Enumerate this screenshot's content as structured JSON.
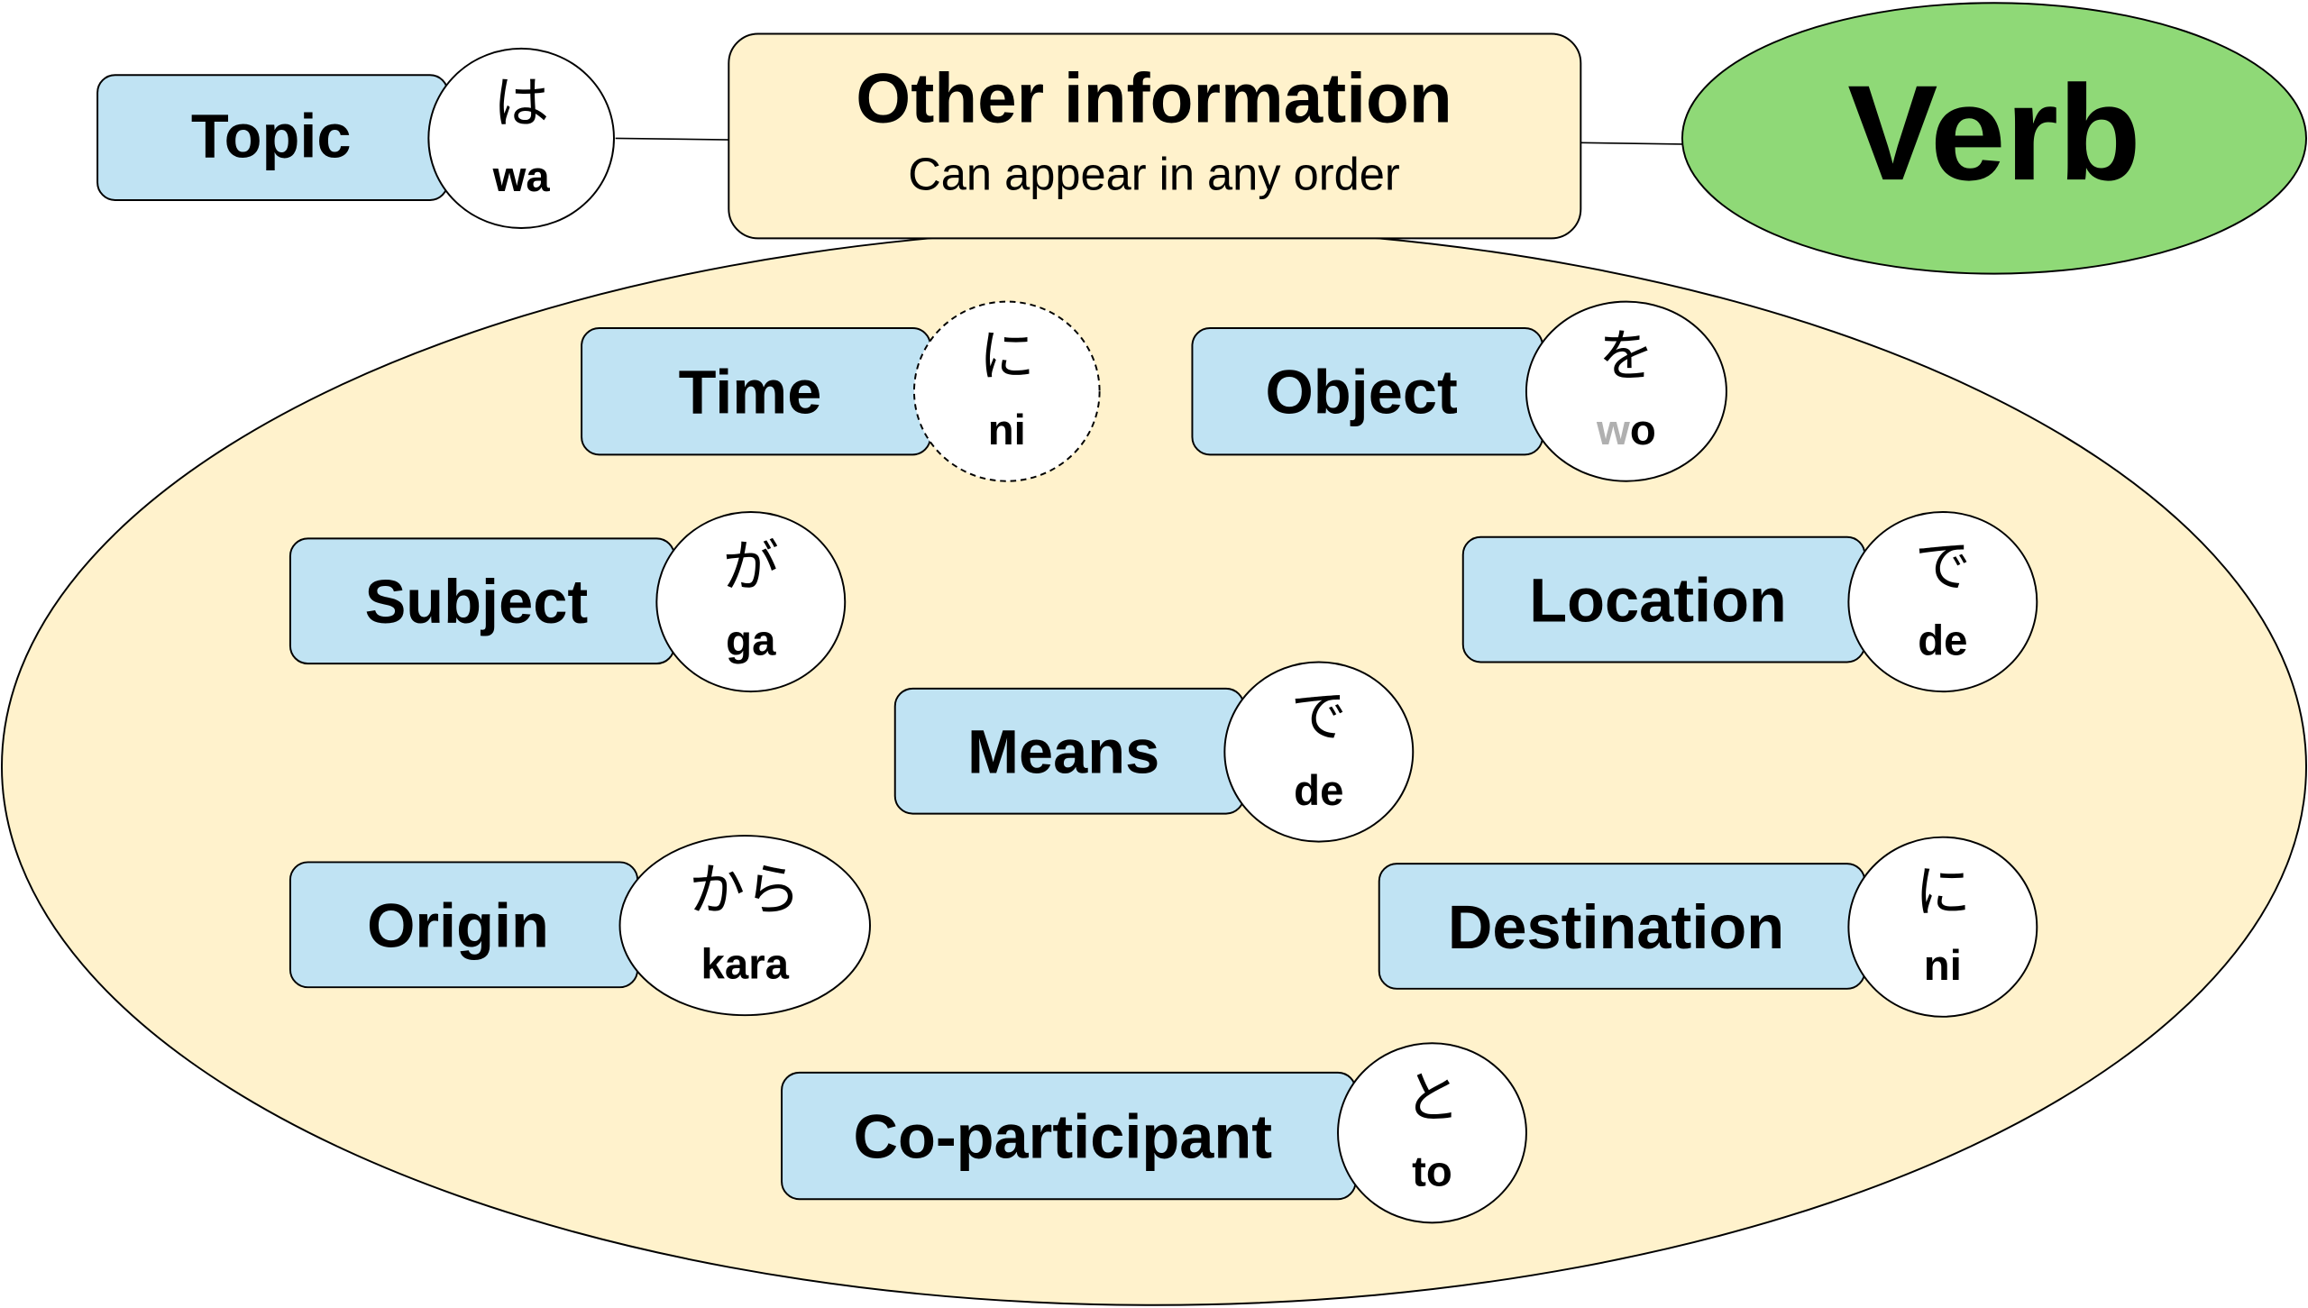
{
  "colors": {
    "container": "#fff2cc",
    "label_box": "#c0e3f3",
    "verb": "#8fd977",
    "particle": "#ffffff",
    "muted": "#b0b0b0"
  },
  "topic": {
    "label": "Topic",
    "kana": "は",
    "romaji": "wa"
  },
  "other": {
    "title": "Other information",
    "subtitle": "Can appear in any order"
  },
  "verb": {
    "label": "Verb"
  },
  "items": [
    {
      "label": "Time",
      "kana": "に",
      "romaji_muted": "",
      "romaji": "ni",
      "dashed": true
    },
    {
      "label": "Object",
      "kana": "を",
      "romaji_muted": "w",
      "romaji": "o",
      "dashed": false
    },
    {
      "label": "Subject",
      "kana": "が",
      "romaji_muted": "",
      "romaji": "ga",
      "dashed": false
    },
    {
      "label": "Location",
      "kana": "で",
      "romaji_muted": "",
      "romaji": "de",
      "dashed": false
    },
    {
      "label": "Means",
      "kana": "で",
      "romaji_muted": "",
      "romaji": "de",
      "dashed": false
    },
    {
      "label": "Origin",
      "kana": "から",
      "romaji_muted": "",
      "romaji": "kara",
      "dashed": false
    },
    {
      "label": "Destination",
      "kana": "に",
      "romaji_muted": "",
      "romaji": "ni",
      "dashed": false
    },
    {
      "label": "Co-participant",
      "kana": "と",
      "romaji_muted": "",
      "romaji": "to",
      "dashed": false
    }
  ]
}
